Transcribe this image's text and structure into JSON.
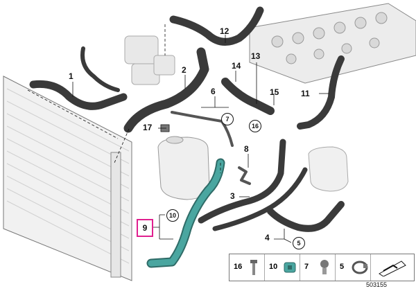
{
  "callouts": {
    "c1": "1",
    "c2": "2",
    "c3": "3",
    "c4": "4",
    "c5": "5",
    "c6": "6",
    "c7": "7",
    "c8": "8",
    "c9": "9",
    "c10": "10",
    "c11": "11",
    "c12": "12",
    "c13": "13",
    "c14": "14",
    "c15": "15",
    "c16": "16",
    "c17": "17"
  },
  "legend": [
    "16",
    "10",
    "7",
    "5"
  ],
  "reference": "503155",
  "colors": {
    "highlight_border": "#e0208f",
    "highlight_part": "#4aa6a0"
  }
}
